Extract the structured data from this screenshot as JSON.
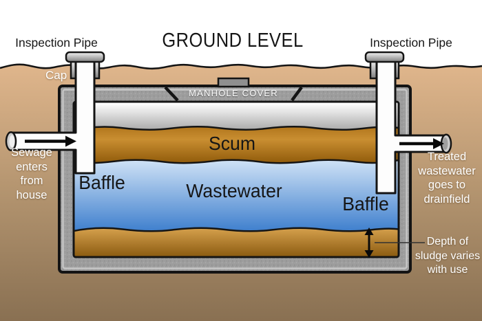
{
  "title": "GROUND LEVEL",
  "labels": {
    "inspection_pipe_left": "Inspection Pipe",
    "inspection_pipe_right": "Inspection Pipe",
    "cap": "Cap",
    "manhole_cover": "MANHOLE COVER",
    "scum": "Scum",
    "wastewater": "Wastewater",
    "baffle_left": "Baffle",
    "baffle_right": "Baffle"
  },
  "annotations": {
    "inlet": {
      "lines": [
        "Sewage",
        "enters",
        "from",
        "house"
      ]
    },
    "outlet": {
      "lines": [
        "Treated",
        "wastewater",
        "goes to",
        "drainfield"
      ]
    },
    "sludge_depth": {
      "lines": [
        "Depth of",
        "sludge varies",
        "with use"
      ]
    }
  },
  "colors": {
    "soil_top": "#e0b68c",
    "soil_bottom": "#897052",
    "tank_wall": "#9d9d9d",
    "outline": "#141414",
    "air_gap_top": "#ffffff",
    "air_gap_bottom": "#a8a8a8",
    "scum_mid": "#c98e31",
    "scum_dark": "#8f5a0a",
    "wastewater_top": "#cfe2f6",
    "wastewater_bottom": "#3a7ccc",
    "sludge_top": "#d7a24e",
    "sludge_bottom": "#8a5a10",
    "pipe_white": "#fdfdfd"
  }
}
